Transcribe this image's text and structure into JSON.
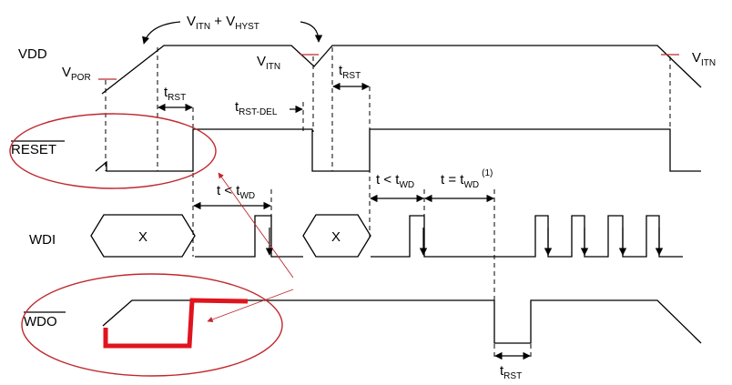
{
  "signals": {
    "vdd": "VDD",
    "reset": "RESET",
    "wdi": "WDI",
    "wdo": "WDO"
  },
  "labels": {
    "v_itn_hyst": {
      "v1": "V",
      "s1": "ITN",
      "plus": " + V",
      "s2": "HYST"
    },
    "v_itn_left": {
      "v": "V",
      "s": "ITN"
    },
    "v_itn_right": {
      "v": "V",
      "s": "ITN"
    },
    "v_por": {
      "v": "V",
      "s": "POR"
    },
    "t_rst_1": {
      "t": "t",
      "s": "RST"
    },
    "t_rst_2": {
      "t": "t",
      "s": "RST"
    },
    "t_rst_3": {
      "t": "t",
      "s": "RST"
    },
    "t_rst_del": {
      "t": "t",
      "s": "RST-DEL"
    },
    "t_lt_twd_1": {
      "t": "t < t",
      "s": "WD"
    },
    "t_lt_twd_2": {
      "t": "t < t",
      "s": "WD"
    },
    "t_eq_twd": {
      "t": "t = t",
      "s": "WD",
      "note": "(1)"
    },
    "x1": "X",
    "x2": "X"
  },
  "colors": {
    "line": "#000000",
    "annotation_red": "#c0282d",
    "annotation_bright_red": "#e0141e"
  }
}
